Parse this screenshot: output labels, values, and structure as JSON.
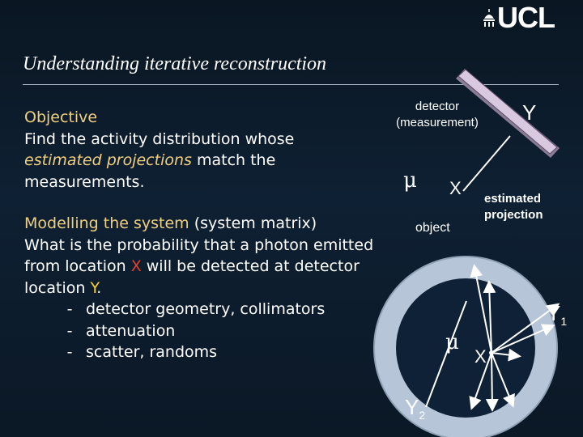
{
  "logo": {
    "text": "UCL"
  },
  "title": "Understanding iterative reconstruction",
  "objective": {
    "heading": "Objective",
    "line_a": "Find the activity distribution whose ",
    "line_b": "estimated projections",
    "line_c": " match the measurements."
  },
  "modelling": {
    "heading_a": "Modelling the system",
    "heading_b": " (system matrix)",
    "q_a": "What is the probability that a photon emitted from location ",
    "q_x": "X",
    "q_b": " will be detected at detector location ",
    "q_y": "Y",
    "q_c": ".",
    "bullets": [
      {
        "dash": "-",
        "text": "detector geometry, collimators"
      },
      {
        "dash": "-",
        "text": "attenuation"
      },
      {
        "dash": "-",
        "text": "scatter, randoms"
      }
    ]
  },
  "diagram": {
    "detector_label_1": "detector",
    "detector_label_2": "(measurement)",
    "detector_symbol": "Y",
    "mu_top": "μ",
    "x_top": "X",
    "object_label": "object",
    "estimated_1": "estimated",
    "estimated_2": "projection",
    "y1_main": "Y",
    "y1_sub": "1",
    "mu_bottom": "μ",
    "x_bottom": "X",
    "y2_main": "Y",
    "y2_sub": "2"
  },
  "colors": {
    "background": "#0e2033",
    "accent": "#f0d080",
    "red": "#e8402c",
    "yellow": "#f6d22a",
    "detector": "#c0b0c8"
  }
}
